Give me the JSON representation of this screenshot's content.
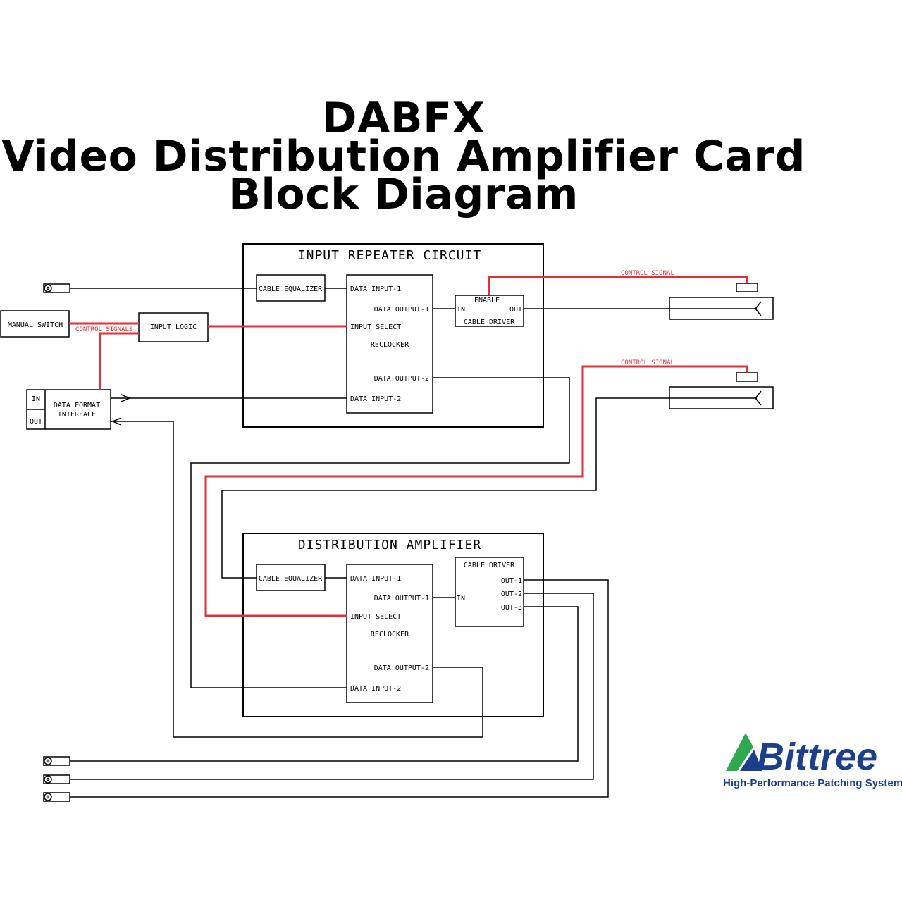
{
  "title": {
    "line1": "DABFX",
    "line2": "Video Distribution Amplifier Card",
    "line3": "Block Diagram"
  },
  "input_repeater": {
    "title": "INPUT REPEATER CIRCUIT",
    "cable_equalizer": "CABLE EQUALIZER",
    "data_input_1": "DATA INPUT-1",
    "data_output_1": "DATA OUTPUT-1",
    "input_select": "INPUT SELECT",
    "reclocker": "RECLOCKER",
    "data_output_2": "DATA OUTPUT-2",
    "data_input_2": "DATA INPUT-2",
    "cable_driver": "CABLE DRIVER",
    "enable": "ENABLE",
    "in": "IN",
    "out": "OUT"
  },
  "distribution_amplifier": {
    "title": "DISTRIBUTION AMPLIFIER",
    "cable_equalizer": "CABLE EQUALIZER",
    "data_input_1": "DATA INPUT-1",
    "data_output_1": "DATA OUTPUT-1",
    "input_select": "INPUT SELECT",
    "reclocker": "RECLOCKER",
    "data_output_2": "DATA OUTPUT-2",
    "data_input_2": "DATA INPUT-2",
    "cable_driver": "CABLE DRIVER",
    "in": "IN",
    "out_1": "OUT-1",
    "out_2": "OUT-2",
    "out_3": "OUT-3"
  },
  "external": {
    "manual_switch": "MANUAL SWITCH",
    "input_logic": "INPUT LOGIC",
    "control_signals": "CONTROL SIGNALS",
    "control_signal": "CONTROL SIGNAL",
    "data_format_interface_line1": "DATA FORMAT",
    "data_format_interface_line2": "INTERFACE",
    "dfi_in": "IN",
    "dfi_out": "OUT"
  },
  "logo": {
    "name": "Bittree",
    "tagline": "High-Performance Patching Systems"
  },
  "colors": {
    "control_line": "#e0303a",
    "logo_blue": "#1c3f8c",
    "logo_green": "#2fa84f"
  }
}
